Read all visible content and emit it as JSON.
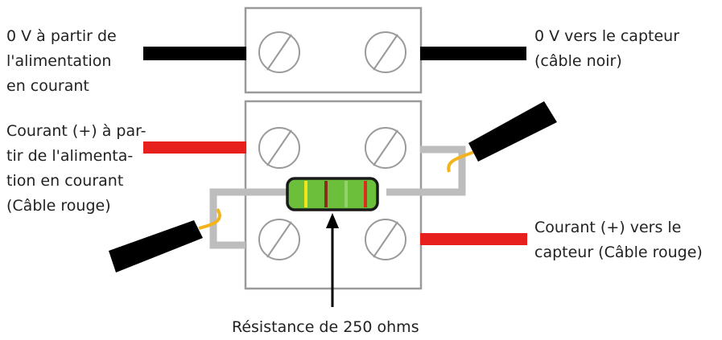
{
  "labels": {
    "top_left": [
      "0 V à partir de",
      "l'alimentation",
      "en courant"
    ],
    "top_right": [
      "0 V vers le capteur",
      "(câble noir)"
    ],
    "mid_left": [
      "Courant (+) à par-",
      "tir de l'alimenta-",
      "tion en courant",
      "(Câble rouge)"
    ],
    "bottom_right": [
      "Courant (+) vers le",
      "capteur (Câble rouge)"
    ],
    "resistor": "Résistance de 250 ohms"
  },
  "colors": {
    "terminal_border": "#9a9a9a",
    "black_wire": "#000000",
    "red_wire": "#e8201d",
    "gray_wire": "#bdbdbd",
    "yellow_lead": "#f2b31d",
    "resistor_body": "#6cbf3a",
    "band_yellow": "#f4e21a",
    "band_brown": "#8b2d1a",
    "band_green": "#8fd36a",
    "band_red": "#d9301e"
  },
  "icons": [
    "screw-icon",
    "probe-clip-icon",
    "resistor-icon",
    "arrow-up-icon"
  ]
}
